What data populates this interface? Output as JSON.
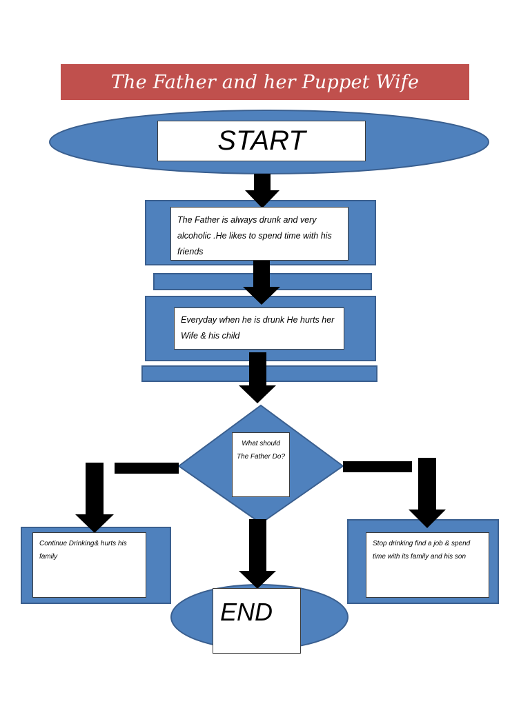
{
  "title": "The Father and her Puppet Wife",
  "colors": {
    "title_bar": "#c0504d",
    "shape_fill": "#4f81bd",
    "shape_stroke": "#3a5f8f",
    "arrow": "#000000",
    "box": "#ffffff"
  },
  "nodes": {
    "start": "START",
    "step1": "The Father is always drunk and very alcoholic .He likes to spend time with his friends",
    "step2": "Everyday when he is drunk He hurts her Wife & his child",
    "decision": "What should The Father Do?",
    "option_left": "Continue Drinking& hurts his family",
    "option_right": "Stop drinking find a job & spend time with its family and his son",
    "end": "END"
  }
}
